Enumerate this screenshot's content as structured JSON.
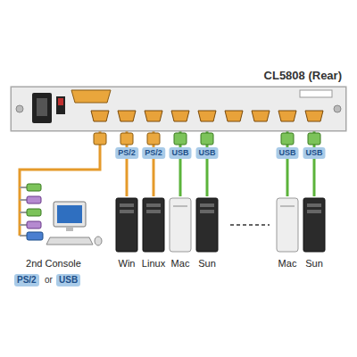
{
  "diagram": {
    "nodes": [
      {
        "text": [
          "CL5808 (Rear)"
        ]
      },
      {
        "text": [
          "2nd Console"
        ]
      },
      {
        "text": [
          "Win"
        ]
      },
      {
        "text": [
          "Linux"
        ]
      },
      {
        "text": [
          "Mac"
        ]
      },
      {
        "text": [
          "Sun"
        ]
      },
      {
        "text": [
          "Mac"
        ]
      },
      {
        "text": [
          "Sun"
        ]
      }
    ],
    "edges": [
      {
        "from": 0,
        "to": 1,
        "arrow": "none"
      },
      {
        "from": 0,
        "to": 2,
        "label": "PS/2",
        "arrow": "none"
      },
      {
        "from": 0,
        "to": 3,
        "label": "PS/2",
        "arrow": "none"
      },
      {
        "from": 0,
        "to": 4,
        "label": "USB",
        "arrow": "none"
      },
      {
        "from": 0,
        "to": 5,
        "label": "USB",
        "arrow": "none"
      },
      {
        "from": 0,
        "to": 6,
        "label": "USB",
        "arrow": "none"
      },
      {
        "from": 0,
        "to": 7,
        "label": "USB",
        "arrow": "none"
      }
    ],
    "labels": [
      "PS/2",
      "or",
      "USB"
    ]
  }
}
